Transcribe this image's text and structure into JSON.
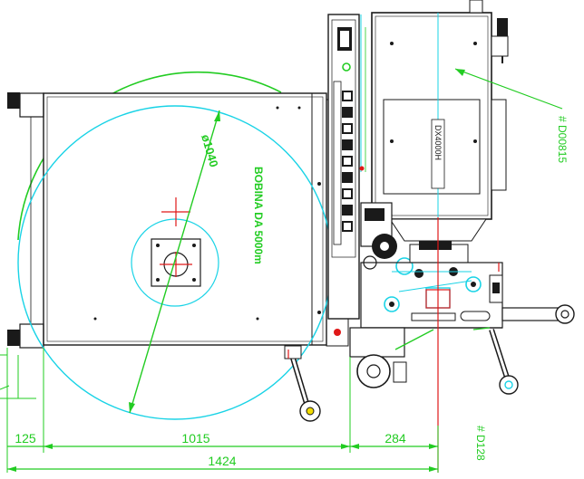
{
  "drawing": {
    "background": "#ffffff",
    "colors": {
      "outline": "#1a1a1a",
      "cyan": "#19d3e6",
      "green": "#22cc22",
      "red": "#e01818",
      "yellow": "#f2dc00"
    },
    "dimensions": {
      "left_offset": "125",
      "span": "1015",
      "right_offset": "284",
      "overall": "1424"
    },
    "diameter_label": "ø1040",
    "reel_label": "BOBINA DA 5000m",
    "model_label": "DX4000H",
    "reference_top": "# D00815",
    "reference_bottom": "# D128"
  }
}
